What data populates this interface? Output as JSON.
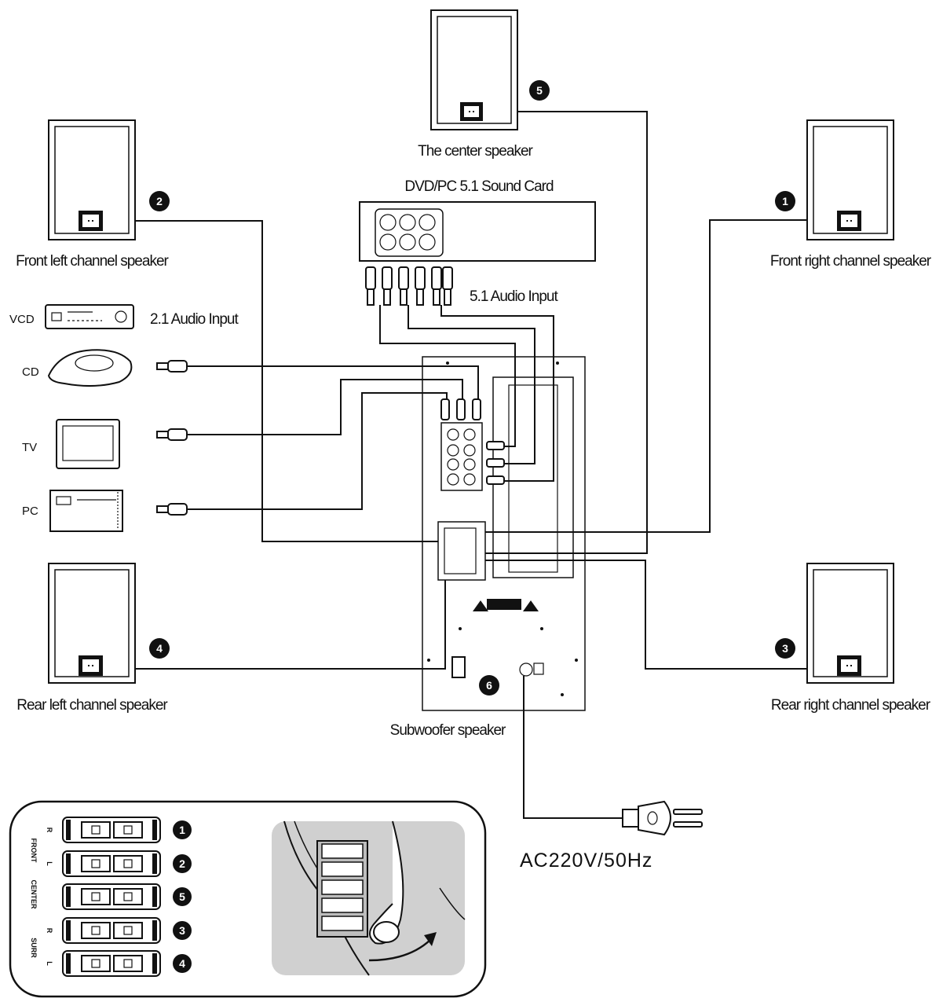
{
  "speakers": {
    "center": "The center speaker",
    "front_left": "Front left channel speaker",
    "front_right": "Front right channel speaker",
    "rear_left": "Rear left channel speaker",
    "rear_right": "Rear right channel speaker",
    "subwoofer": "Subwoofer speaker"
  },
  "sound_card": {
    "title": "DVD/PC 5.1 Sound Card",
    "input_label": "5.1 Audio Input"
  },
  "sources": {
    "input_label": "2.1 Audio Input",
    "vcd": "VCD",
    "cd": "CD",
    "tv": "TV",
    "pc": "PC"
  },
  "badges": {
    "front_right": "1",
    "front_left": "2",
    "rear_right": "3",
    "rear_left": "4",
    "center": "5",
    "subwoofer": "6"
  },
  "power": {
    "label": "AC220V/50Hz"
  },
  "terminal_legend": {
    "groups": [
      "FRONT",
      "CENTER",
      "SURR"
    ],
    "rows": [
      {
        "side": "R",
        "badge": "1"
      },
      {
        "side": "L",
        "badge": "2"
      },
      {
        "side": "",
        "badge": "5"
      },
      {
        "side": "R",
        "badge": "3"
      },
      {
        "side": "L",
        "badge": "4"
      }
    ]
  }
}
